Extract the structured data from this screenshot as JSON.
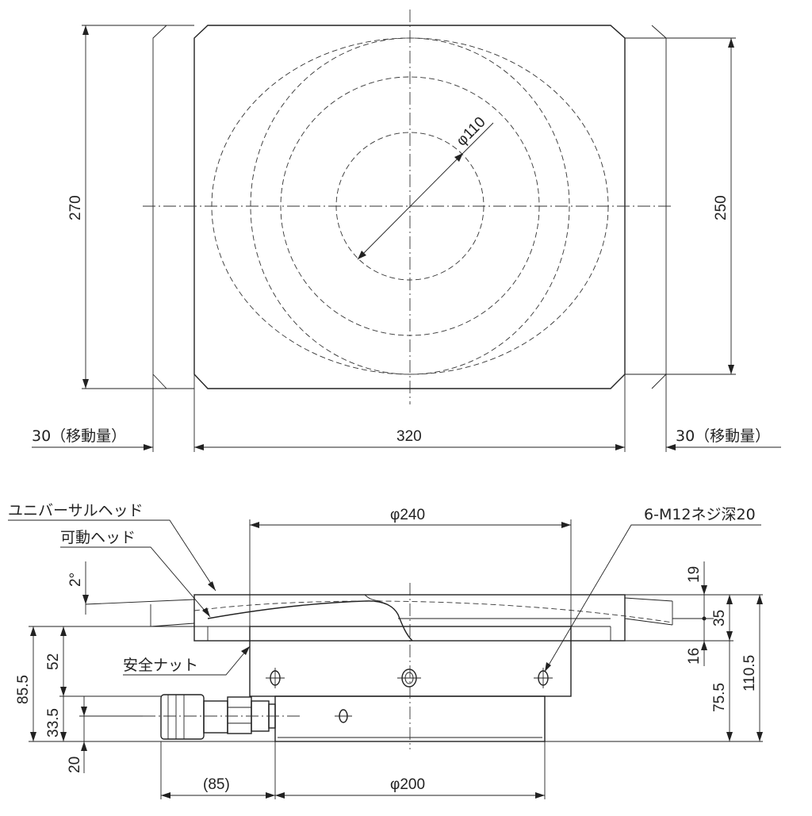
{
  "labels": {
    "dim_270": "270",
    "dim_250": "250",
    "dim_320": "320",
    "dim_phi110": "φ110",
    "travel_left": "30（移動量）",
    "travel_right": "30（移動量）",
    "universal_head": "ユニバーサルヘッド",
    "movable_head": "可動ヘッド",
    "dim_phi240": "φ240",
    "screw_spec": "6-M12ネジ深20",
    "angle_2deg": "2°",
    "dim_19": "19",
    "dim_35": "35",
    "dim_16": "16",
    "dim_52": "52",
    "dim_85_5": "85.5",
    "dim_33_5": "33.5",
    "dim_20": "20",
    "dim_75_5": "75.5",
    "dim_110_5": "110.5",
    "safety_nut": "安全ナット",
    "dim_85_ref": "(85)",
    "dim_phi200": "φ200"
  }
}
